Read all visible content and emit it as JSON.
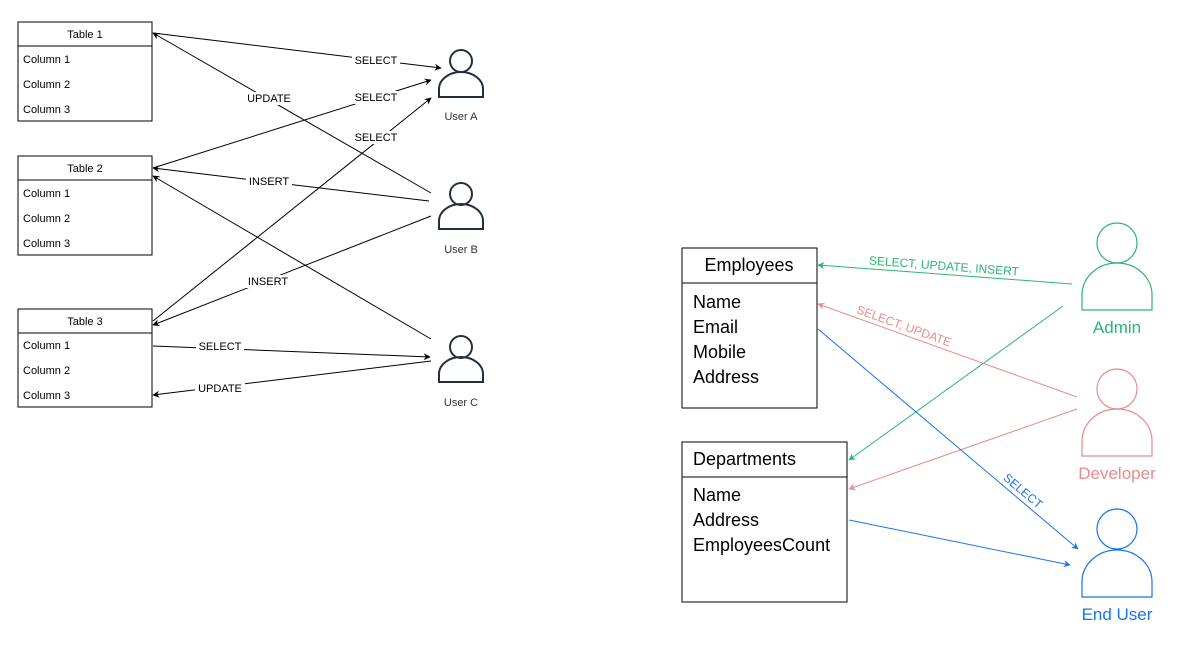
{
  "left_diagram": {
    "tables": [
      {
        "title": "Table 1",
        "columns": [
          "Column 1",
          "Column 2",
          "Column 3"
        ]
      },
      {
        "title": "Table 2",
        "columns": [
          "Column 1",
          "Column 2",
          "Column 3"
        ]
      },
      {
        "title": "Table 3",
        "columns": [
          "Column 1",
          "Column 2",
          "Column 3"
        ]
      }
    ],
    "users": [
      "User A",
      "User B",
      "User C"
    ],
    "edges": [
      {
        "label": "SELECT",
        "from": "Table 1",
        "to": "User A"
      },
      {
        "label": "UPDATE",
        "from": "User B",
        "to": "Table 1"
      },
      {
        "label": "SELECT",
        "from": "Table 2",
        "to": "User A"
      },
      {
        "label": "INSERT",
        "from": "User B",
        "to": "Table 2"
      },
      {
        "label": "SELECT",
        "from": "Table 3",
        "to": "User A"
      },
      {
        "label": "",
        "from": "User C",
        "to": "Table 2"
      },
      {
        "label": "INSERT",
        "from": "User B",
        "to": "Table 3"
      },
      {
        "label": "SELECT",
        "from": "Table 3",
        "to": "User C"
      },
      {
        "label": "UPDATE",
        "from": "User C",
        "to": "Table 3"
      }
    ],
    "color": "#000000"
  },
  "right_diagram": {
    "tables": [
      {
        "title": "Employees",
        "columns": [
          "Name",
          "Email",
          "Mobile",
          "Address"
        ]
      },
      {
        "title": "Departments",
        "columns": [
          "Name",
          "Address",
          "EmployeesCount"
        ]
      }
    ],
    "users": [
      {
        "name": "Admin",
        "color": "#2bb673"
      },
      {
        "name": "Developer",
        "color": "#ea8a8a"
      },
      {
        "name": "End User",
        "color": "#1a73e8"
      }
    ],
    "edges": [
      {
        "label": "SELECT, UPDATE, INSERT",
        "from": "Admin",
        "to": "Employees",
        "color": "#2bb673"
      },
      {
        "label": "",
        "from": "Admin",
        "to": "Departments",
        "color": "#2bb673"
      },
      {
        "label": "SELECT, UPDATE",
        "from": "Developer",
        "to": "Employees",
        "color": "#ea8a8a"
      },
      {
        "label": "",
        "from": "Developer",
        "to": "Departments",
        "color": "#ea8a8a"
      },
      {
        "label": "SELECT",
        "from": "Employees",
        "to": "End User",
        "color": "#1a73e8"
      },
      {
        "label": "",
        "from": "Departments",
        "to": "End User",
        "color": "#1a73e8"
      }
    ]
  }
}
